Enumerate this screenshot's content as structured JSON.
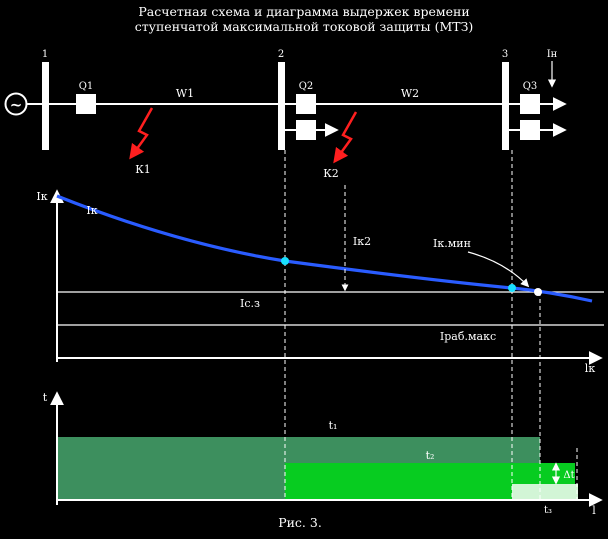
{
  "title": {
    "line1": "Расчетная схема и диаграмма выдержек времени",
    "line2": "ступенчатой максимальной токовой защиты (МТЗ)"
  },
  "caption": "Рис. 3.",
  "colors": {
    "background": "#000000",
    "line": "#ffffff",
    "curve": "#2a5cff",
    "marker": "#18e0ff",
    "marker_end": "#ffffff",
    "fault": "#ff1f1f",
    "bar_t1": "#3d8f5e",
    "bar_t2": "#07cc20",
    "bar_t3": "#d2f5d6"
  },
  "circuit": {
    "source_symbol": "~",
    "buses": [
      {
        "label": "1"
      },
      {
        "label": "2"
      },
      {
        "label": "3"
      }
    ],
    "breakers": [
      {
        "label": "Q1"
      },
      {
        "label": "Q2"
      },
      {
        "label": "Q3"
      }
    ],
    "lines": [
      {
        "label": "W1"
      },
      {
        "label": "W2"
      }
    ],
    "faults": [
      {
        "label": "К1"
      },
      {
        "label": "К2"
      }
    ],
    "load_label": "Iн"
  },
  "current_chart": {
    "y_axis_label": "Iк",
    "x_axis_label": "lк",
    "curve_label": "Iк",
    "fault_current_label": "Iк2",
    "min_current_label": "Iк.мин",
    "pickup_label": "Iс.з",
    "load_current_label": "Iраб.макс"
  },
  "time_chart": {
    "y_axis_label": "t",
    "x_axis_label": "l",
    "bar_labels": [
      {
        "label": "t₁"
      },
      {
        "label": "t₂"
      },
      {
        "label": "t₃"
      }
    ],
    "step_label": "Δt"
  },
  "chart_data": [
    {
      "type": "line",
      "title": "Спад тока КЗ по длине сети Iк = f(lк)",
      "xlabel": "lк",
      "ylabel": "Iк",
      "x_relative": [
        0,
        0.14,
        0.27,
        0.41,
        0.55,
        0.7,
        0.83,
        0.87,
        0.97
      ],
      "series": [
        {
          "name": "Iк",
          "values_relative": [
            1.0,
            0.84,
            0.72,
            0.6,
            0.54,
            0.48,
            0.43,
            0.41,
            0.35
          ]
        }
      ],
      "levels": [
        {
          "name": "Iс.з",
          "value_relative": 0.41
        },
        {
          "name": "Iраб.макс",
          "value_relative": 0.2
        }
      ],
      "markers": [
        {
          "name": "КЗ на шинах 2",
          "x_relative": 0.41,
          "value_relative": 0.6
        },
        {
          "name": "КЗ на шинах 3",
          "x_relative": 0.83,
          "value_relative": 0.43
        },
        {
          "name": "граница зоны (Iк = Iс.з)",
          "x_relative": 0.87,
          "value_relative": 0.41
        }
      ],
      "grid": false,
      "legend_position": "none"
    },
    {
      "type": "bar",
      "title": "Ступенчатая диаграмма выдержек времени",
      "xlabel": "l",
      "ylabel": "t",
      "series": [
        {
          "name": "t₁",
          "span_x_relative": [
            0.0,
            0.88
          ],
          "value_relative": 1.0
        },
        {
          "name": "t₂",
          "span_x_relative": [
            0.41,
            0.94
          ],
          "value_relative": 0.59
        },
        {
          "name": "t₃",
          "span_x_relative": [
            0.83,
            0.95
          ],
          "value_relative": 0.25
        }
      ],
      "annotations": [
        {
          "name": "Δt",
          "between": [
            "t₂",
            "t₃"
          ]
        }
      ],
      "grid": false
    }
  ]
}
